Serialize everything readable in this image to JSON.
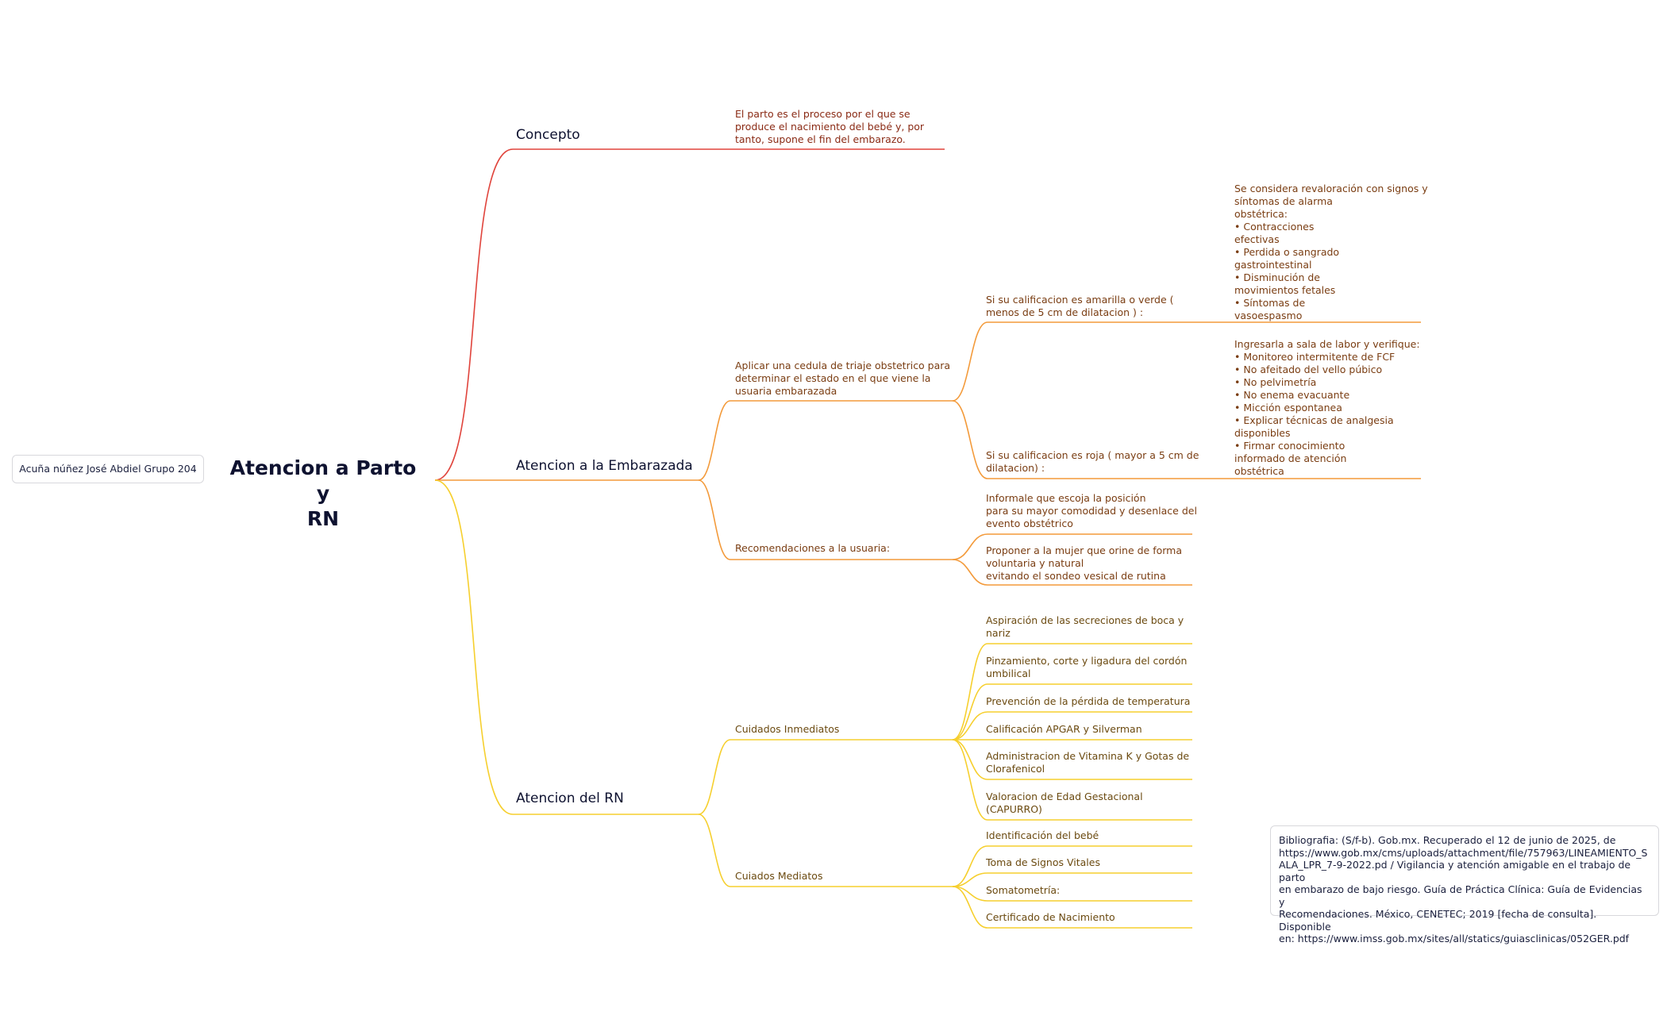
{
  "author_box": "Acuña núñez José Abdiel Grupo 204",
  "central_topic": "Atencion a Parto y\nRN",
  "colors": {
    "concepto": "#e0443c",
    "embarazada": "#f39a3a",
    "rn": "#f6cf2e"
  },
  "branches": {
    "concepto": {
      "label": "Concepto",
      "text": "El parto es el proceso por el que se\nproduce el nacimiento del bebé y, por\ntanto, supone el fin del embarazo."
    },
    "embarazada": {
      "label": "Atencion a la Embarazada",
      "triaje": "Aplicar una cedula de triaje obstetrico para\ndeterminar el estado en el que viene la\nusuaria embarazada",
      "amarilla": "Si su calificacion es amarilla o verde (\nmenos de 5 cm de dilatacion ) :",
      "amarilla_detail": " Se considera revaloración con signos y\nsíntomas de alarma\nobstétrica:\n• Contracciones\nefectivas\n• Perdida o sangrado\ngastrointestinal\n• Disminución de\nmovimientos fetales\n• Síntomas de\nvasoespasmo",
      "roja": "Si su calificacion es roja ( mayor a 5 cm de\ndilatacion) :",
      "roja_detail": "Ingresarla a sala de labor y verifique:\n• Monitoreo intermitente de FCF\n• No afeitado del vello púbico\n• No pelvimetría\n• No enema evacuante\n• Micción espontanea\n• Explicar técnicas de analgesia\ndisponibles\n• Firmar conocimiento\ninformado de atención\nobstétrica",
      "recomendaciones": "Recomendaciones a la usuaria:",
      "rec_1": " Informale que escoja la posición\npara su mayor comodidad y desenlace del\nevento obstétrico",
      "rec_2": "Proponer a la mujer que orine de forma\nvoluntaria y natural\nevitando el sondeo vesical de rutina"
    },
    "rn": {
      "label": "Atencion del RN",
      "inmediatos": "Cuidados Inmediatos",
      "inmediatos_items": [
        "Aspiración de las secreciones de boca y\nnariz",
        "Pinzamiento, corte y ligadura del cordón\numbilical",
        "Prevención de la pérdida de temperatura",
        "Calificación APGAR y Silverman",
        "Administracion de Vitamina K y Gotas de\nClorafenicol",
        "Valoracion de Edad Gestacional\n(CAPURRO)"
      ],
      "mediatos": "Cuiados Mediatos",
      "mediatos_items": [
        "Identificación del bebé",
        "Toma de Signos Vitales",
        "Somatometría:",
        "Certificado de Nacimiento"
      ]
    }
  },
  "bibliography": "Bibliografia: (S/f-b). Gob.mx. Recuperado el 12 de junio de 2025, de\nhttps://www.gob.mx/cms/uploads/attachment/file/757963/LINEAMIENTO_S\nALA_LPR_7-9-2022.pd / Vigilancia y atención amigable en el trabajo de parto\nen embarazo de bajo riesgo. Guía de Práctica Clínica: Guía de Evidencias y\nRecomendaciones. México, CENETEC; 2019 [fecha de consulta]. Disponible\nen: https://www.imss.gob.mx/sites/all/statics/guiasclinicas/052GER.pdf"
}
